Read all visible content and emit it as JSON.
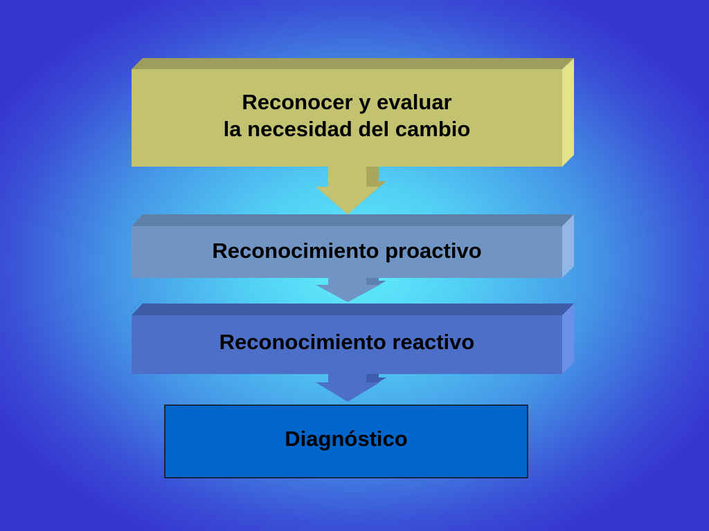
{
  "diagram": {
    "steps": [
      {
        "label": "Reconocer y evaluar\nla necesidad del cambio"
      },
      {
        "label": "Reconocimiento proactivo"
      },
      {
        "label": "Reconocimiento reactivo"
      },
      {
        "label": "Diagnóstico"
      }
    ],
    "colors": {
      "background_center": "#5ff0fb",
      "background_edge": "#3636cf",
      "step1_face": "#c3c271",
      "step2_face": "#7095c4",
      "step3_face": "#4d6fc7",
      "step4_face": "#0066cc"
    }
  }
}
